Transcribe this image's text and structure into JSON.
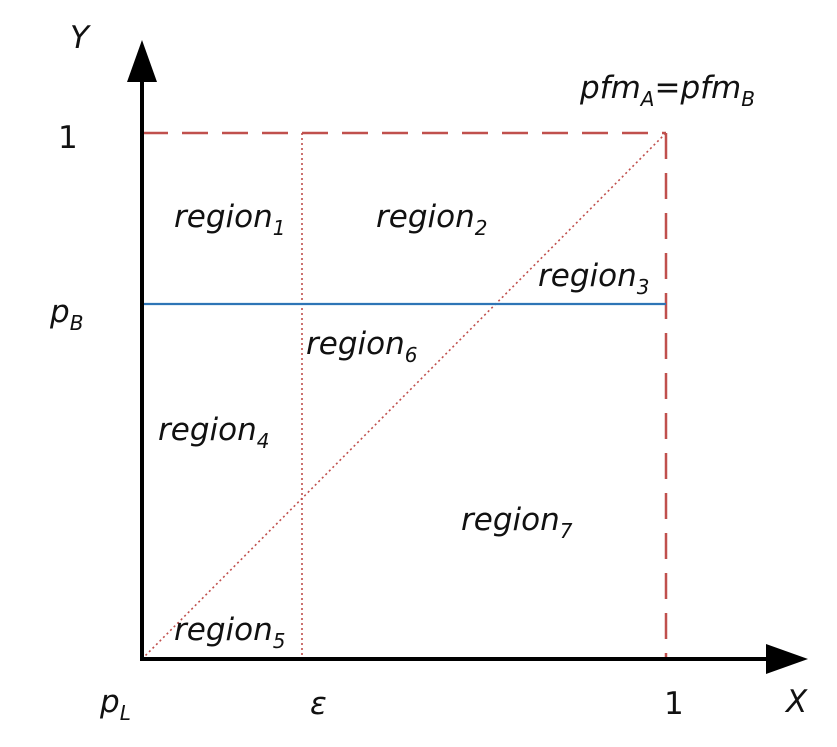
{
  "axes": {
    "x_label": "X",
    "y_label": "Y",
    "origin_label": {
      "main": "p",
      "sub": "L"
    },
    "x_tick_epsilon": "ε",
    "x_tick_one": "1",
    "y_tick_one": "1",
    "y_tick_pb": {
      "main": "p",
      "sub": "B"
    }
  },
  "diagonal_label": {
    "left_main": "pfm",
    "left_sub": "A",
    "equals": "=",
    "right_main": "pfm",
    "right_sub": "B"
  },
  "regions": [
    {
      "main": "region",
      "sub": "1"
    },
    {
      "main": "region",
      "sub": "2"
    },
    {
      "main": "region",
      "sub": "3"
    },
    {
      "main": "region",
      "sub": "4"
    },
    {
      "main": "region",
      "sub": "5"
    },
    {
      "main": "region",
      "sub": "6"
    },
    {
      "main": "region",
      "sub": "7"
    }
  ],
  "colors": {
    "axis": "#000000",
    "dashed_boundary": "#c0504d",
    "dotted_lines": "#c0504d",
    "pb_line": "#2e75b6"
  }
}
